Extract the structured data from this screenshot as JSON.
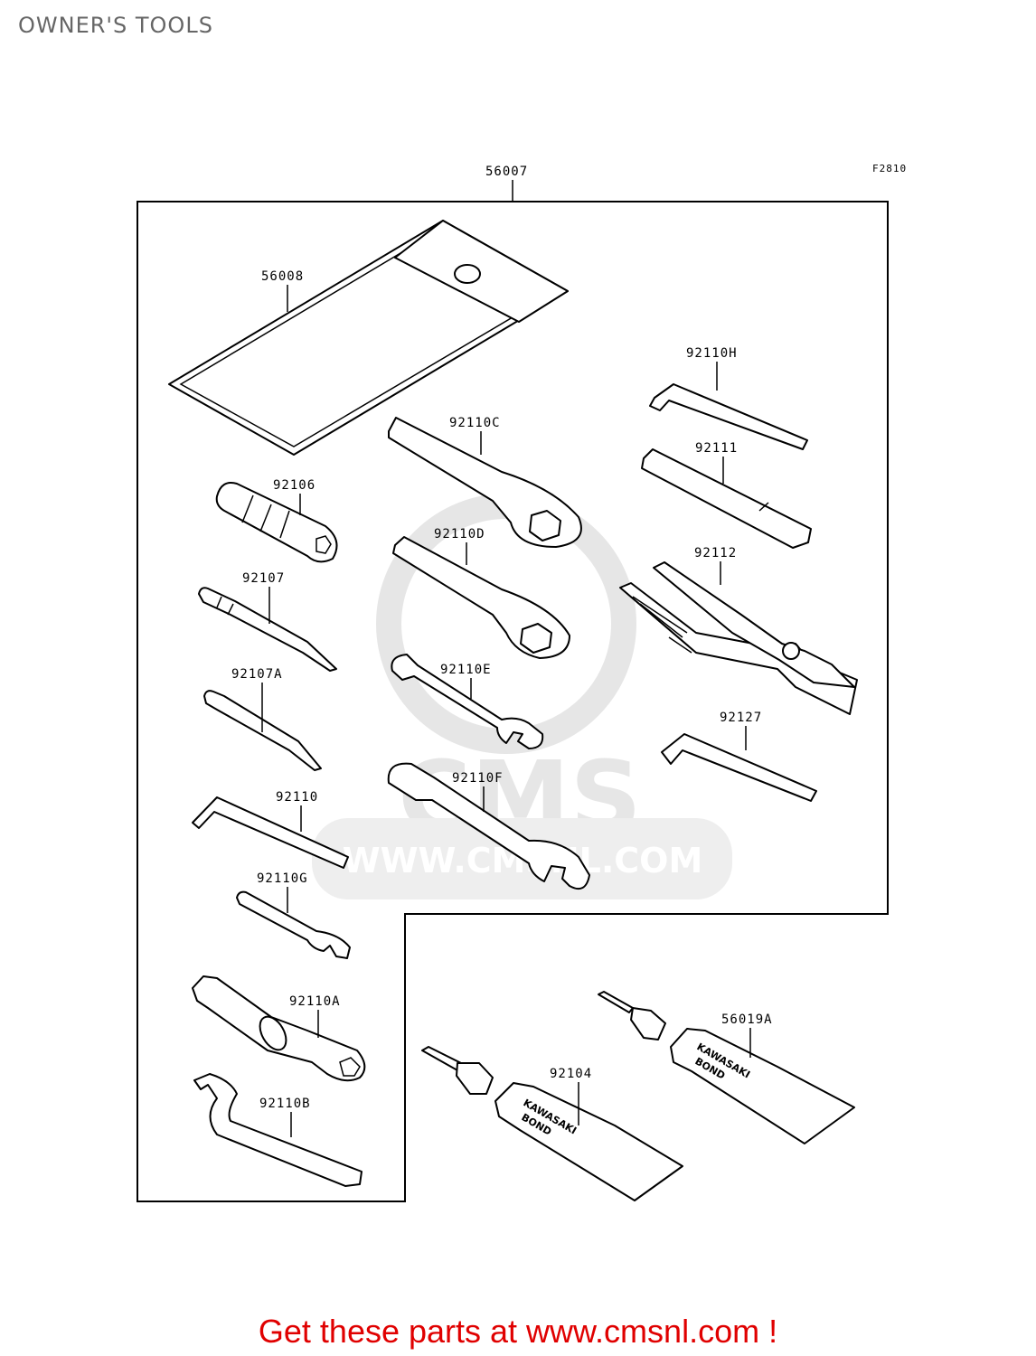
{
  "page_title": "OWNER'S TOOLS",
  "figure_code": "F2810",
  "footer_text": "Get these parts at www.cmsnl.com !",
  "watermark": {
    "logo_text": "CMS",
    "url_text": "WWW.CMSNL.COM",
    "color": "#e6e6e6"
  },
  "tube_label": {
    "line1": "KAWASAKI",
    "line2": "BOND"
  },
  "colors": {
    "title": "#666666",
    "footer": "#e00000",
    "lines": "#000000"
  },
  "parts": {
    "p56007": "56007",
    "p56008": "56008",
    "p92110H": "92110H",
    "p92110C": "92110C",
    "p92111": "92111",
    "p92106": "92106",
    "p92110D": "92110D",
    "p92112": "92112",
    "p92107": "92107",
    "p92110E": "92110E",
    "p92107A": "92107A",
    "p92127": "92127",
    "p92110F": "92110F",
    "p92110": "92110",
    "p92110G": "92110G",
    "p92110A": "92110A",
    "p56019A": "56019A",
    "p92104": "92104",
    "p92110B": "92110B"
  }
}
